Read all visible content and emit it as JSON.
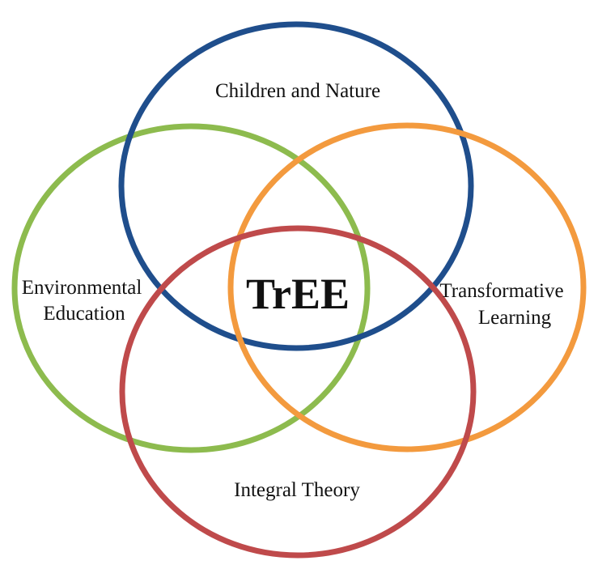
{
  "diagram": {
    "center_label": "TrEE",
    "circles": [
      {
        "id": "children-and-nature",
        "lines": [
          "Children and Nature"
        ],
        "color": "#1f4e8c"
      },
      {
        "id": "environmental-education",
        "lines": [
          "Environmental",
          "Education"
        ],
        "color": "#8dbb4e"
      },
      {
        "id": "transformative-learning",
        "lines": [
          "Transformative",
          "Learning"
        ],
        "color": "#f39a3e"
      },
      {
        "id": "integral-theory",
        "lines": [
          "Integral Theory"
        ],
        "color": "#bf4a4b"
      }
    ]
  }
}
